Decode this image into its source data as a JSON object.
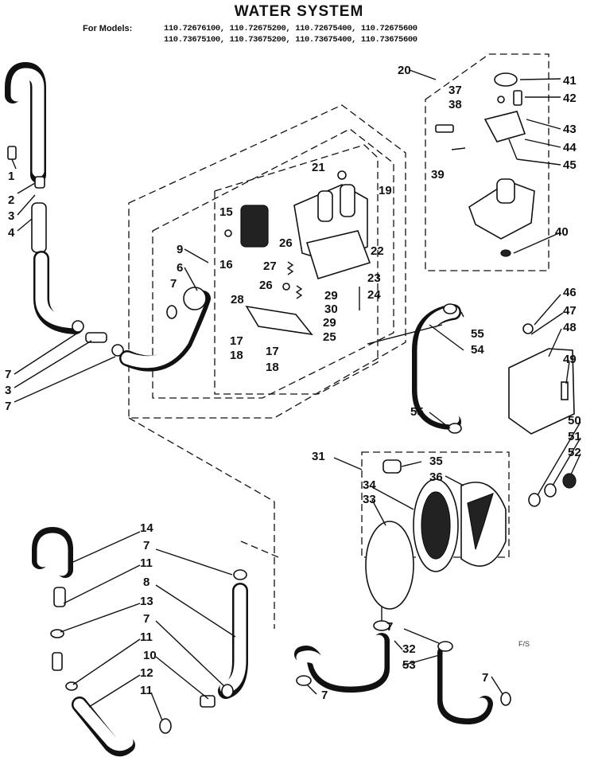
{
  "title": "WATER SYSTEM",
  "models_label": "For Models:",
  "models": [
    "110.72676100, 110.72675200, 110.72675400, 110.72675600",
    "110.73675100, 110.73675200, 110.73675400, 110.73675600"
  ],
  "corner_mark": "F/S",
  "part_labels": {
    "n1": "1",
    "n2": "2",
    "n3a": "3",
    "n4": "4",
    "n7a": "7",
    "n3b": "3",
    "n7b": "7",
    "n9": "9",
    "n6": "6",
    "n7c": "7",
    "n15": "15",
    "n16": "16",
    "n21": "21",
    "n19": "19",
    "n26a": "26",
    "n27": "27",
    "n26b": "26",
    "n22": "22",
    "n23": "23",
    "n24": "24",
    "n29a": "29",
    "n30": "30",
    "n29b": "29",
    "n25": "25",
    "n28": "28",
    "n17a": "17",
    "n18a": "18",
    "n17b": "17",
    "n18b": "18",
    "n20": "20",
    "n37": "37",
    "n38": "38",
    "n41": "41",
    "n42": "42",
    "n43": "43",
    "n44": "44",
    "n39": "39",
    "n45": "45",
    "n40": "40",
    "n46": "46",
    "n47": "47",
    "n48": "48",
    "n49": "49",
    "n55a": "55",
    "n54": "54",
    "n55b": "55",
    "n50": "50",
    "n51": "51",
    "n52": "52",
    "n31": "31",
    "n35": "35",
    "n36": "36",
    "n34": "34",
    "n33": "33",
    "n14": "14",
    "n7d": "7",
    "n11a": "11",
    "n8": "8",
    "n13": "13",
    "n7e": "7",
    "n11b": "11",
    "n10": "10",
    "n12": "12",
    "n11c": "11",
    "n7f": "7",
    "n32": "32",
    "n53": "53",
    "n7g": "7",
    "n7h": "7"
  }
}
